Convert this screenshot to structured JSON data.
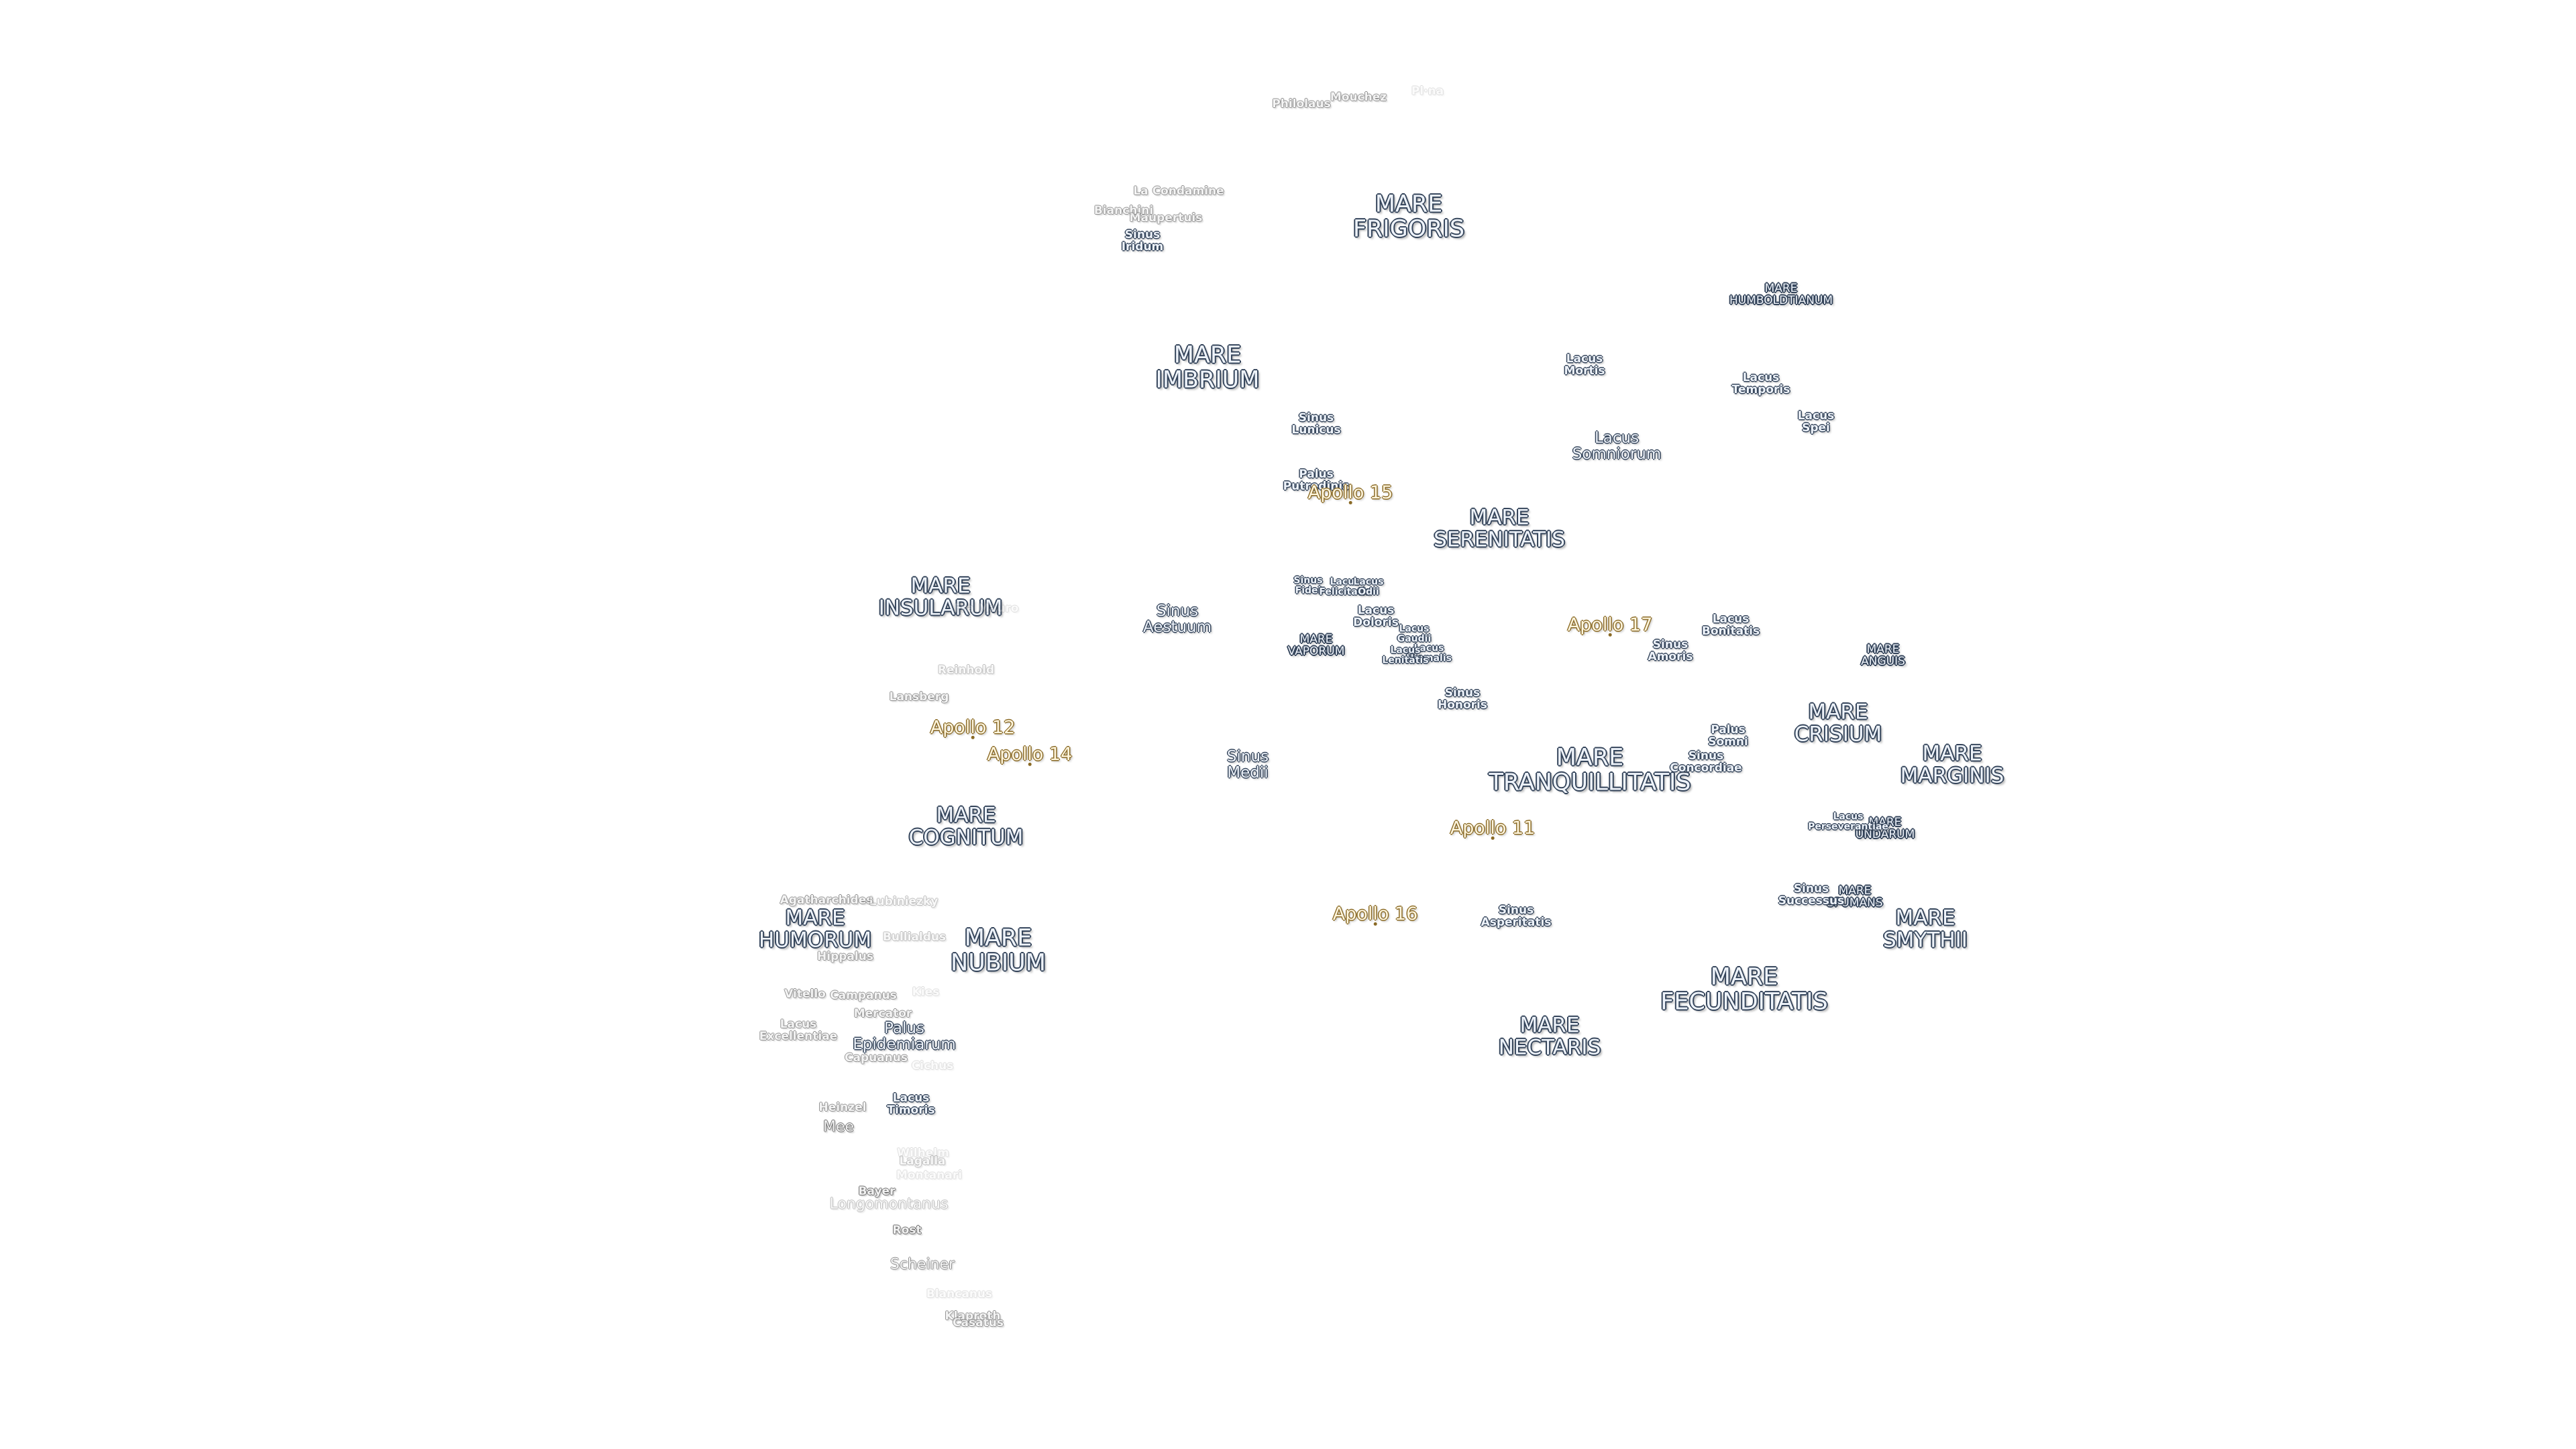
{
  "map": {
    "maria": [
      {
        "name": "MARE\nFRIGORIS",
        "size": "big"
      },
      {
        "name": "MARE\nHUMBOLDTIANUM",
        "size": "sm"
      },
      {
        "name": "MARE\nIMBRIUM",
        "size": "big"
      },
      {
        "name": "MARE\nSERENITATIS",
        "size": "normal"
      },
      {
        "name": "MARE\nINSULARUM",
        "size": "normal"
      },
      {
        "name": "MARE\nVAPORUM",
        "size": "sm"
      },
      {
        "name": "MARE\nANGUIS",
        "size": "sm"
      },
      {
        "name": "MARE\nCRISIUM",
        "size": "normal"
      },
      {
        "name": "MARE\nTRANQUILLITATIS",
        "size": "big"
      },
      {
        "name": "MARE\nMARGINIS",
        "size": "normal"
      },
      {
        "name": "MARE\nCOGNITUM",
        "size": "normal"
      },
      {
        "name": "MARE\nUNDARUM",
        "size": "sm"
      },
      {
        "name": "MARE\nSPUMANS",
        "size": "sm"
      },
      {
        "name": "MARE\nSMYTHII",
        "size": "normal"
      },
      {
        "name": "MARE\nHUMORUM",
        "size": "normal"
      },
      {
        "name": "MARE\nNUBIUM",
        "size": "big"
      },
      {
        "name": "MARE\nFECUNDITATIS",
        "size": "big"
      },
      {
        "name": "MARE\nNECTARIS",
        "size": "normal"
      }
    ],
    "features": [
      {
        "name": "Sinus\nIridum",
        "size": "normal"
      },
      {
        "name": "Lacus\nMortis",
        "size": "normal"
      },
      {
        "name": "Lacus\nTemporis",
        "size": "normal"
      },
      {
        "name": "Lacus\nSpei",
        "size": "normal"
      },
      {
        "name": "Sinus\nLunicus",
        "size": "normal"
      },
      {
        "name": "Lacus\nSomniorum",
        "size": "med"
      },
      {
        "name": "Palus\nPutredinis",
        "size": "normal"
      },
      {
        "name": "Sinus\nAestuum",
        "size": "med"
      },
      {
        "name": "Sinus\nFidei",
        "size": "tiny"
      },
      {
        "name": "Lacus\nFelicitatis",
        "size": "tiny"
      },
      {
        "name": "Lacus\nOdii",
        "size": "tiny"
      },
      {
        "name": "Lacus\nDoloris",
        "size": "normal"
      },
      {
        "name": "Lacus\nGaudii",
        "size": "tiny"
      },
      {
        "name": "Lacus\nHiemalis",
        "size": "tiny"
      },
      {
        "name": "Lacus\nLenitatis",
        "size": "tiny"
      },
      {
        "name": "Lacus\nBonitatis",
        "size": "normal"
      },
      {
        "name": "Sinus\nAmoris",
        "size": "normal"
      },
      {
        "name": "Sinus\nHonoris",
        "size": "normal"
      },
      {
        "name": "Sinus\nMedii",
        "size": "med"
      },
      {
        "name": "Palus\nSomni",
        "size": "normal"
      },
      {
        "name": "Sinus\nConcordiae",
        "size": "normal"
      },
      {
        "name": "Lacus\nPerseverantiae",
        "size": "tiny"
      },
      {
        "name": "Sinus\nSuccessus",
        "size": "normal"
      },
      {
        "name": "Sinus\nAsperitatis",
        "size": "normal"
      },
      {
        "name": "Palus\nEpidemiarum",
        "size": "med"
      },
      {
        "name": "Lacus\nTimoris",
        "size": "normal"
      }
    ],
    "craters": [
      {
        "name": "Philolaus",
        "fade": "f1"
      },
      {
        "name": "Mouchez",
        "fade": "f1"
      },
      {
        "name": "Pl·na",
        "fade": "f3"
      },
      {
        "name": "La Condamine",
        "fade": "f1"
      },
      {
        "name": "Bianchini",
        "fade": "f1"
      },
      {
        "name": "Maupertuis",
        "fade": "f1"
      },
      {
        "name": "Fra Mauro",
        "fade": "f3"
      },
      {
        "name": "Reinhold",
        "fade": "f2"
      },
      {
        "name": "Lansberg",
        "fade": "f1"
      },
      {
        "name": "Agatharchides",
        "fade": "f1"
      },
      {
        "name": "Lubiniezky",
        "fade": "f2"
      },
      {
        "name": "Bullialdus",
        "fade": "f2"
      },
      {
        "name": "Hippalus",
        "fade": "f1"
      },
      {
        "name": "Vitello",
        "fade": "f1"
      },
      {
        "name": "Campanus",
        "fade": "f1"
      },
      {
        "name": "Kies",
        "fade": "f3"
      },
      {
        "name": "Mercator",
        "fade": "f1"
      },
      {
        "name": "Lacus\nExcellentiae",
        "fade": "f1"
      },
      {
        "name": "Capuanus",
        "fade": "f1"
      },
      {
        "name": "Cichus",
        "fade": "f3"
      },
      {
        "name": "Heinzel",
        "fade": "f1"
      },
      {
        "name": "Mee",
        "fade": "f0",
        "large": true
      },
      {
        "name": "Wilhelm",
        "fade": "f3"
      },
      {
        "name": "Lagalla",
        "fade": "f2"
      },
      {
        "name": "Montanari",
        "fade": "f3"
      },
      {
        "name": "Bayer",
        "fade": "f0"
      },
      {
        "name": "Longomontanus",
        "fade": "f2",
        "large": true
      },
      {
        "name": "Rost",
        "fade": "f0"
      },
      {
        "name": "Scheiner",
        "fade": "f1",
        "large": true
      },
      {
        "name": "Blancanus",
        "fade": "f3"
      },
      {
        "name": "Klaproth",
        "fade": "f1"
      },
      {
        "name": "Casatus",
        "fade": "f1"
      }
    ],
    "apollo_sites": [
      {
        "name": "Apollo 15"
      },
      {
        "name": "Apollo 17"
      },
      {
        "name": "Apollo 12"
      },
      {
        "name": "Apollo 14"
      },
      {
        "name": "Apollo 11"
      },
      {
        "name": "Apollo 16"
      }
    ]
  }
}
